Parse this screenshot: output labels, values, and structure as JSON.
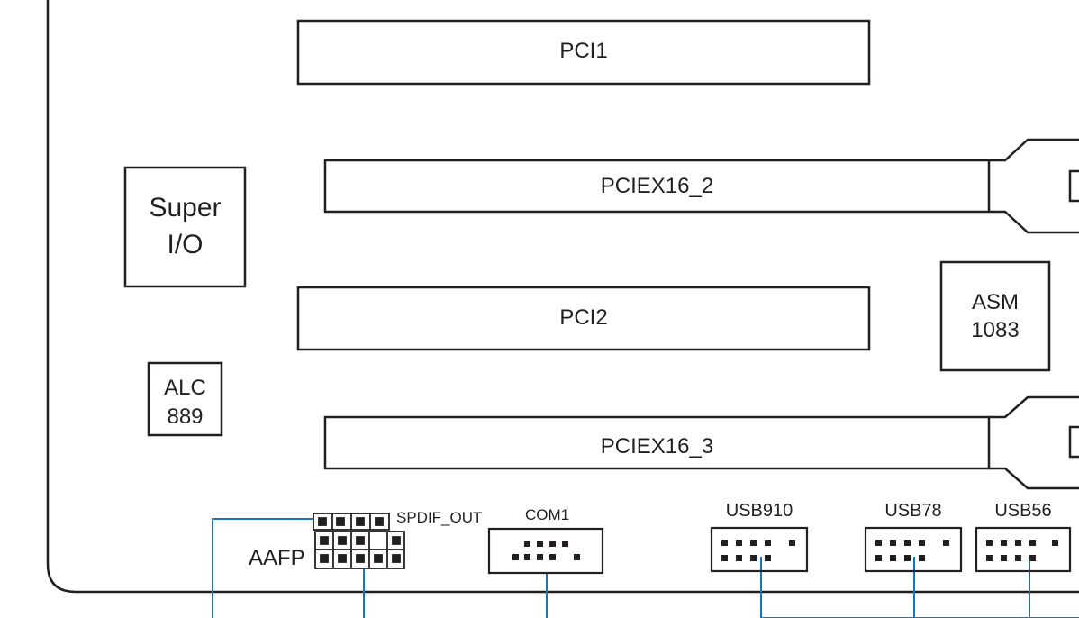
{
  "slots": {
    "pci1": "PCI1",
    "pciex16_2": "PCIEX16_2",
    "pci2": "PCI2",
    "pciex16_3": "PCIEX16_3"
  },
  "chips": {
    "super_io_line1": "Super",
    "super_io_line2": "I/O",
    "asm_line1": "ASM",
    "asm_line2": "1083",
    "alc_line1": "ALC",
    "alc_line2": "889"
  },
  "headers": {
    "spdif_out": "SPDIF_OUT",
    "aafp": "AAFP",
    "com1": "COM1",
    "usb910": "USB910",
    "usb78": "USB78",
    "usb56": "USB56"
  },
  "colors": {
    "outline": "#231f20",
    "connector_line": "#1b75bb"
  }
}
